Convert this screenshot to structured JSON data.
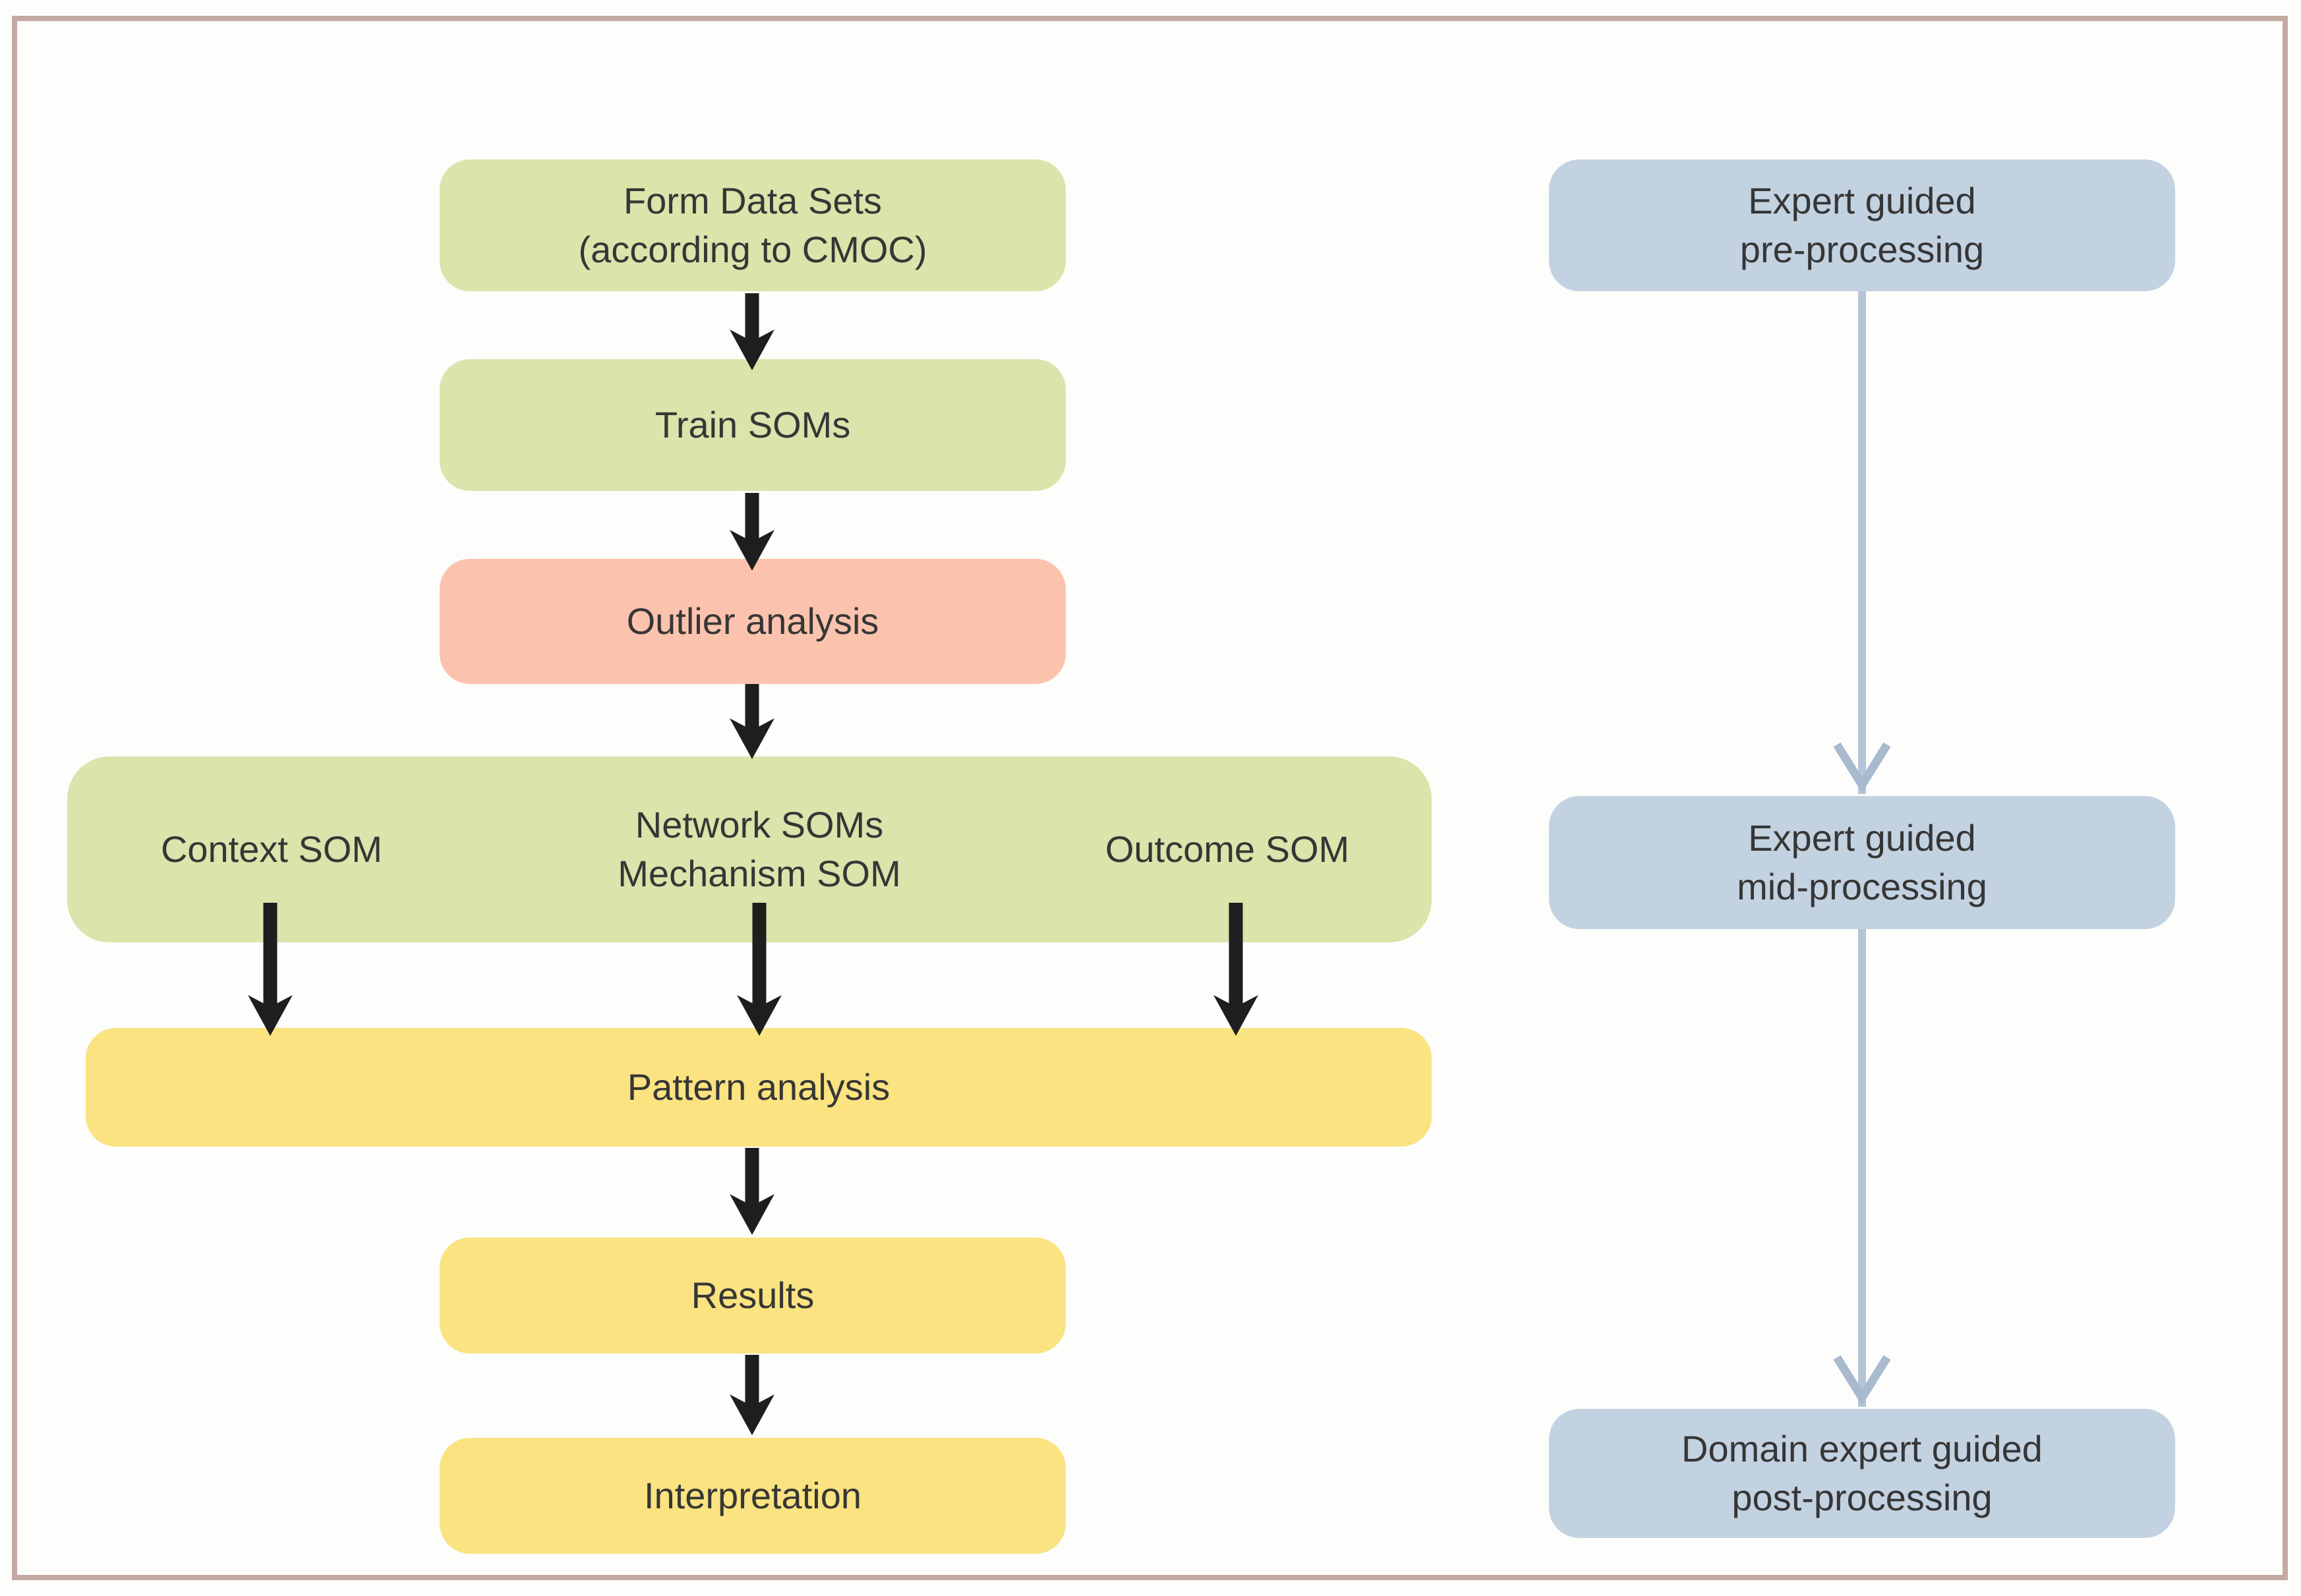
{
  "figure": {
    "type": "flowchart",
    "description": "SOM analysis workflow with expert guidance stages",
    "nodes": {
      "form_data_sets": {
        "line1": "Form Data Sets",
        "line2": "(according to CMOC)",
        "color_key": "green"
      },
      "train_soms": {
        "line1": "Train SOMs",
        "color_key": "green"
      },
      "outlier_analysis": {
        "line1": "Outlier analysis",
        "color_key": "salmon"
      },
      "som_group": {
        "color_key": "green",
        "context": "Context SOM",
        "network_line1": "Network SOMs",
        "network_line2": "Mechanism SOM",
        "outcome": "Outcome SOM"
      },
      "pattern_analysis": {
        "line1": "Pattern analysis",
        "color_key": "yellow"
      },
      "results": {
        "line1": "Results",
        "color_key": "yellow"
      },
      "interpretation": {
        "line1": "Interpretation",
        "color_key": "yellow"
      },
      "pre_processing": {
        "line1": "Expert guided",
        "line2": "pre-processing",
        "color_key": "blue"
      },
      "mid_processing": {
        "line1": "Expert guided",
        "line2": "mid-processing",
        "color_key": "blue"
      },
      "post_processing": {
        "line1": "Domain expert guided",
        "line2": "post-processing",
        "color_key": "blue"
      }
    },
    "edges": [
      "form_data_sets -> train_soms",
      "train_soms -> outlier_analysis",
      "outlier_analysis -> som_group",
      "som_group(context) -> pattern_analysis",
      "som_group(network/mechanism) -> pattern_analysis",
      "som_group(outcome) -> pattern_analysis",
      "pattern_analysis -> results",
      "results -> interpretation",
      "pre_processing -> mid_processing",
      "mid_processing -> post_processing"
    ],
    "colors": {
      "green": "#dce3ab",
      "salmon": "#fbc3ad",
      "yellow": "#fae380",
      "blue": "#c3d2e1",
      "arrow_black": "#1e1e1e",
      "arrow_blue_line": "#b6c4d7",
      "arrow_blue_head": "#a9bacf",
      "frame_border": "#c3aaa2",
      "text": "#363636",
      "background": "#fdfdfb"
    }
  }
}
